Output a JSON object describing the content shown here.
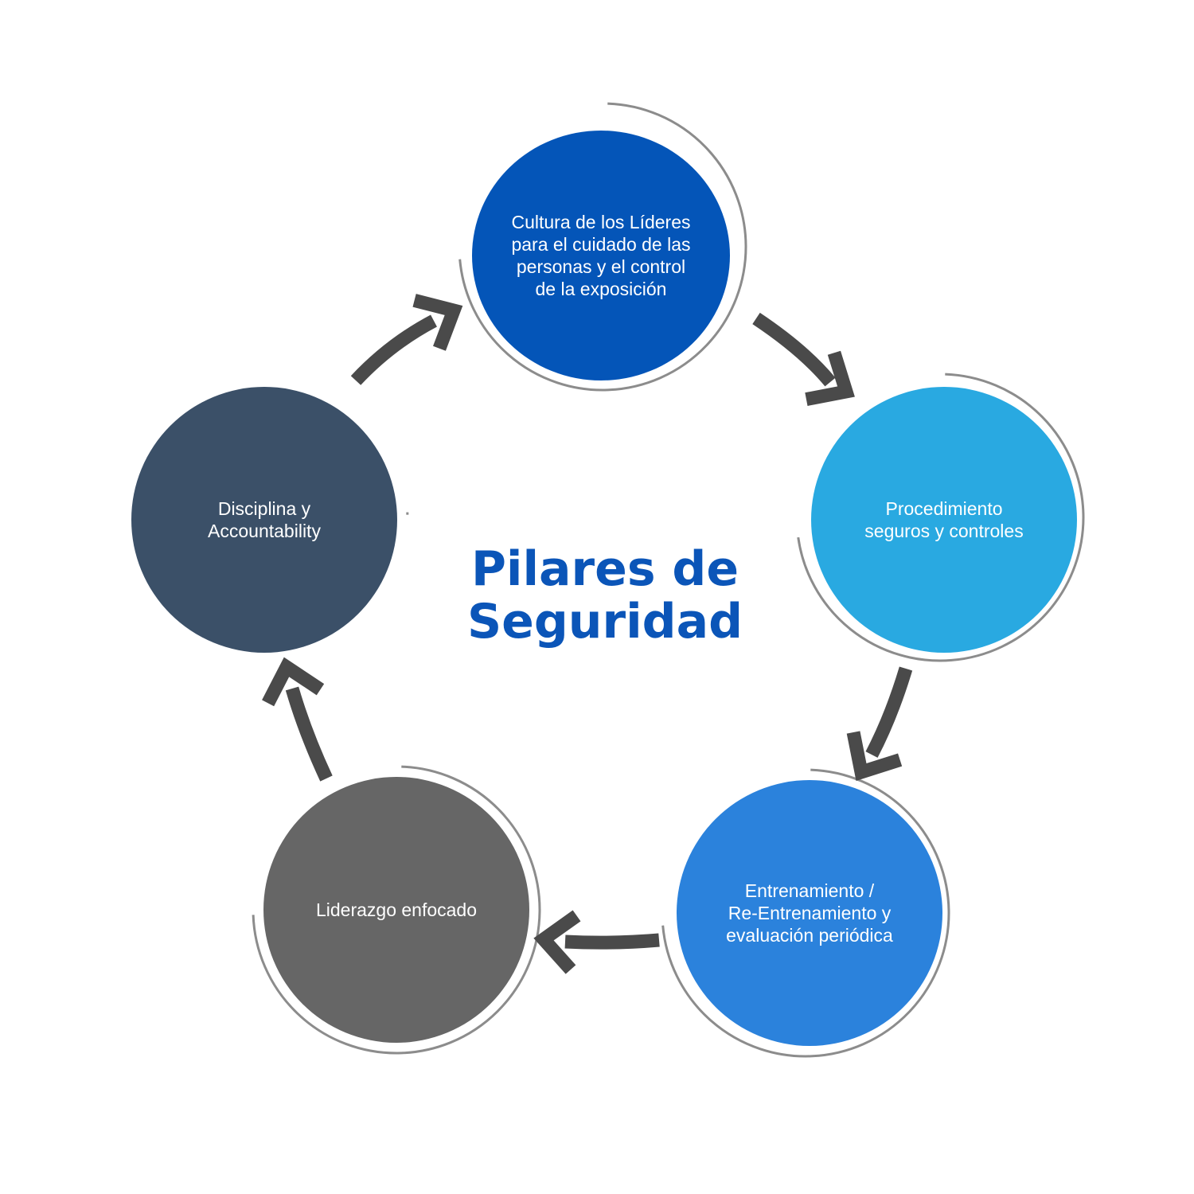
{
  "title": {
    "lines": [
      "Pilares de",
      "Seguridad"
    ],
    "color": "#0b55b8"
  },
  "nodes": [
    {
      "id": "cultura",
      "label": "Cultura de los Líderes\npara el cuidado de las\npersonas y el control\nde la exposición",
      "color": "#0455b8"
    },
    {
      "id": "procedimiento",
      "label": "Procedimiento\nseguros y controles",
      "color": "#29a9e1"
    },
    {
      "id": "entrenamiento",
      "label": "Entrenamiento /\nRe-Entrenamiento y\nevaluación periódica",
      "color": "#2b82dc"
    },
    {
      "id": "liderazgo",
      "label": "Liderazgo enfocado",
      "color": "#666666"
    },
    {
      "id": "disciplina",
      "label": "Disciplina y\nAccountability",
      "color": "#3b5068"
    }
  ],
  "ring_color": "#8c8c8c",
  "arrow_color": "#4a4a4a"
}
